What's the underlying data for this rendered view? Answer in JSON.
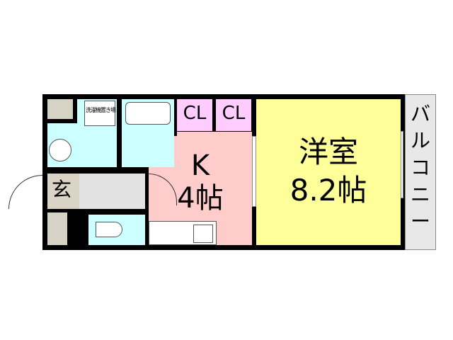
{
  "rooms": {
    "western": {
      "name": "洋室",
      "size": "8.2帖",
      "color": "#ffff99"
    },
    "kitchen": {
      "name": "K",
      "size": "4帖",
      "color": "#ffcccc"
    },
    "closet1": {
      "name": "CL",
      "color": "#ffccff"
    },
    "closet2": {
      "name": "CL",
      "color": "#ffccff"
    },
    "entrance": {
      "name": "玄"
    },
    "balcony": {
      "name": "バルコニー"
    },
    "washer": {
      "name": "洗濯機置き場"
    }
  },
  "colors": {
    "water": "#ccffff",
    "wall": "#000000",
    "storage": "#d6d2c4",
    "hall": "#e2e2e2",
    "balcony": "#e8e8e8"
  }
}
